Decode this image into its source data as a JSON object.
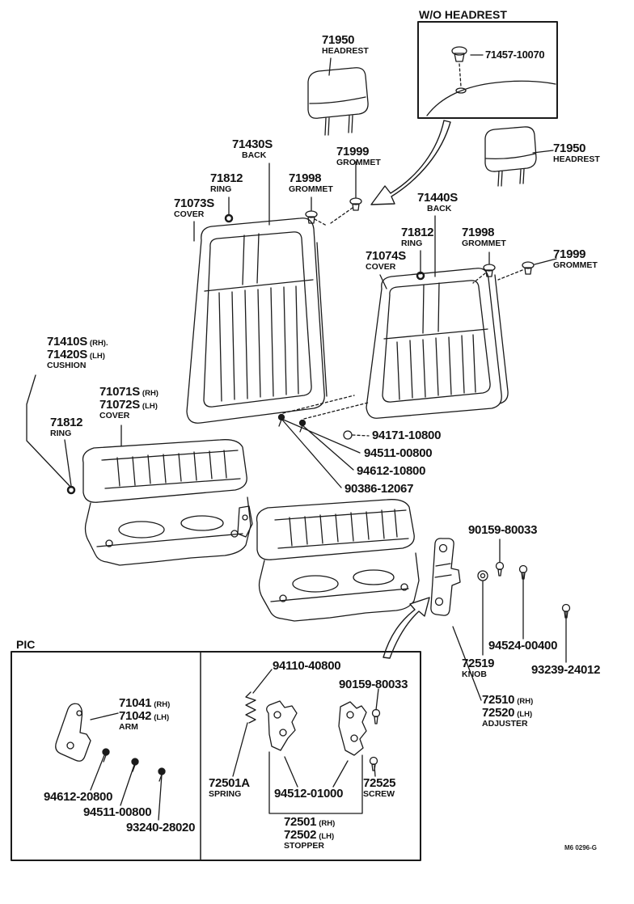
{
  "footer": {
    "doc_code": "M6 0296-G"
  },
  "wo_headrest_box": {
    "title": "W/O HEADREST",
    "part": "71457-10070"
  },
  "pic_box": {
    "title": "PIC"
  },
  "labels": {
    "headrest_top": {
      "part": "71950",
      "desc": "HEADREST"
    },
    "headrest_right": {
      "part": "71950",
      "desc": "HEADREST"
    },
    "back_left": {
      "part": "71430S",
      "desc": "BACK"
    },
    "grommet_top_left": {
      "part": "71999",
      "desc": "GROMMET"
    },
    "ring_back_left": {
      "part": "71812",
      "desc": "RING"
    },
    "grommet_back_left": {
      "part": "71998",
      "desc": "GROMMET"
    },
    "cover_back_left": {
      "part": "71073S",
      "desc": "COVER"
    },
    "back_right": {
      "part": "71440S",
      "desc": "BACK"
    },
    "ring_back_right": {
      "part": "71812",
      "desc": "RING"
    },
    "grommet_back_right": {
      "part": "71998",
      "desc": "GROMMET"
    },
    "cover_back_right": {
      "part": "71074S",
      "desc": "COVER"
    },
    "grommet_right_outer": {
      "part": "71999",
      "desc": "GROMMET"
    },
    "cushion": {
      "part_rh": "71410S",
      "sfx_rh": "(RH).",
      "part_lh": "71420S",
      "sfx_lh": "(LH)",
      "desc": "CUSHION"
    },
    "cushion_cover": {
      "part_rh": "71071S",
      "sfx_rh": "(RH)",
      "part_lh": "71072S",
      "sfx_lh": "(LH)",
      "desc": "COVER"
    },
    "ring_cushion": {
      "part": "71812",
      "desc": "RING"
    },
    "p94171": {
      "part": "94171-10800"
    },
    "p94511_main": {
      "part": "94511-00800"
    },
    "p94612_main": {
      "part": "94612-10800"
    },
    "p90386": {
      "part": "90386-12067"
    },
    "p90159_main": {
      "part": "90159-80033"
    },
    "p94524": {
      "part": "94524-00400"
    },
    "knob": {
      "part": "72519",
      "desc": "KNOB"
    },
    "p93239": {
      "part": "93239-24012"
    },
    "adjuster": {
      "part_rh": "72510",
      "sfx_rh": "(RH)",
      "part_lh": "72520",
      "sfx_lh": "(LH)",
      "desc": "ADJUSTER"
    },
    "p94110": {
      "part": "94110-40800"
    },
    "p90159_pic": {
      "part": "90159-80033"
    },
    "arm": {
      "part_rh": "71041",
      "sfx_rh": "(RH)",
      "part_lh": "71042",
      "sfx_lh": "(LH)",
      "desc": "ARM"
    },
    "p94612_pic": {
      "part": "94612-20800"
    },
    "p94511_pic": {
      "part": "94511-00800"
    },
    "p93240": {
      "part": "93240-28020"
    },
    "spring": {
      "part": "72501A",
      "desc": "SPRING"
    },
    "p94512": {
      "part": "94512-01000"
    },
    "screw": {
      "part": "72525",
      "desc": "SCREW"
    },
    "stopper": {
      "part_rh": "72501",
      "sfx_rh": "(RH)",
      "part_lh": "72502",
      "sfx_lh": "(LH)",
      "desc": "STOPPER"
    }
  }
}
